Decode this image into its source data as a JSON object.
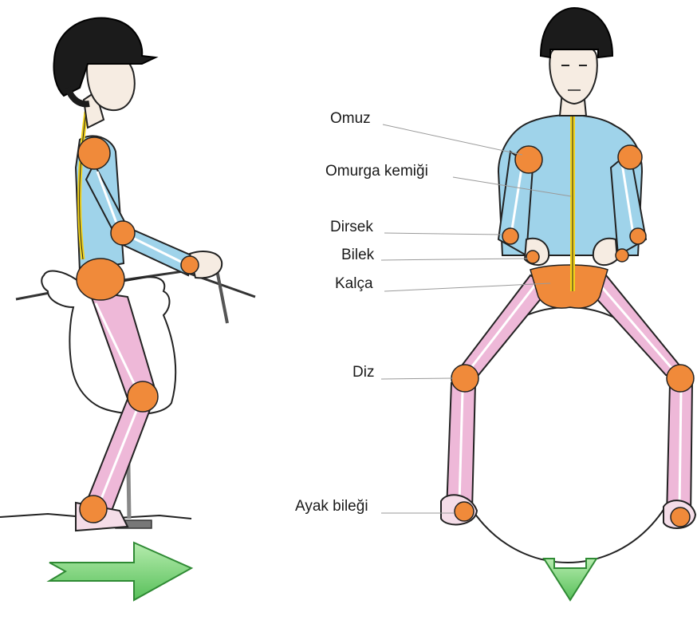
{
  "labels": {
    "shoulder": "Omuz",
    "spine": "Omurga kemiği",
    "elbow": "Dirsek",
    "wrist": "Bilek",
    "hip": "Kalça",
    "knee": "Diz",
    "ankle": "Ayak bileği"
  },
  "colors": {
    "jacket": "#9fd3ea",
    "breeches": "#eeb8d8",
    "joint": "#f08a3a",
    "spine": "#f2d21a",
    "helmet": "#1b1b1b",
    "arrow": "#7fd37a",
    "skin": "#f6ece2"
  }
}
